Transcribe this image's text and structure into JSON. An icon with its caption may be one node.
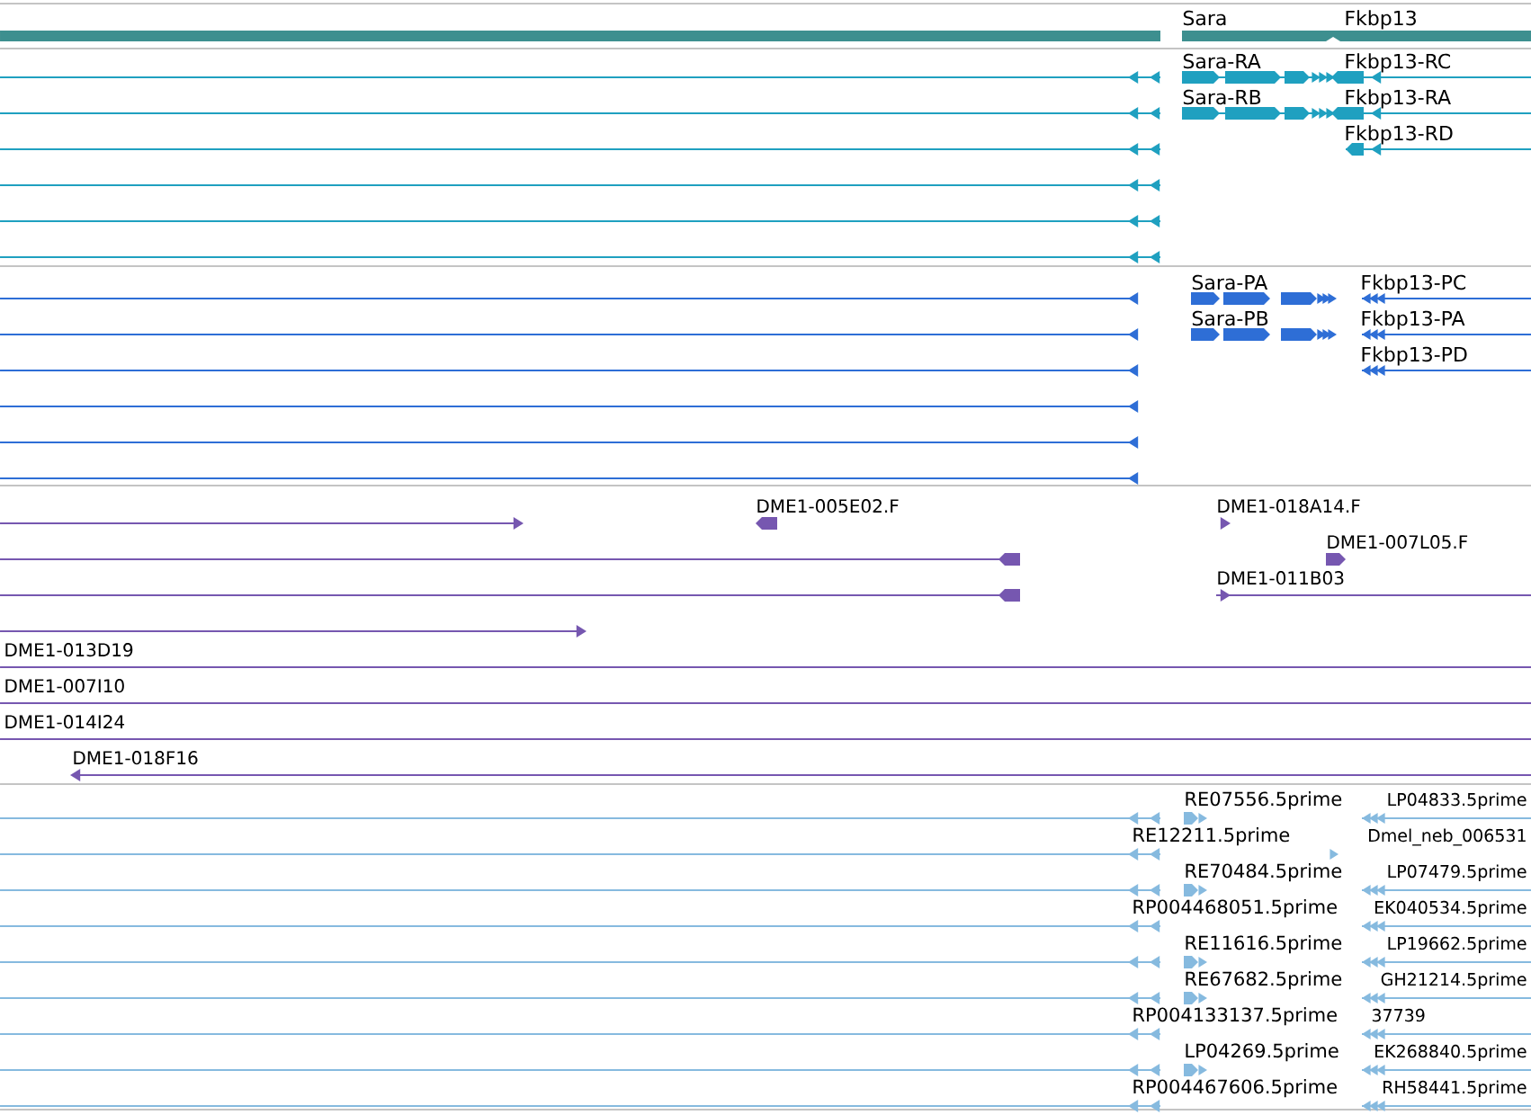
{
  "diagram": {
    "labels": [
      "Sara",
      "Fkbp13",
      "Sara-RA",
      "Fkbp13-RC",
      "Sara-RB",
      "Fkbp13-RA",
      "Fkbp13-RD",
      "Sara-PA",
      "Fkbp13-PC",
      "Sara-PB",
      "Fkbp13-PA",
      "Fkbp13-PD",
      "DME1-005E02.F",
      "DME1-018A14.F",
      "DME1-007L05.F",
      "DME1-011B03",
      "DME1-013D19",
      "DME1-007I10",
      "DME1-014I24",
      "DME1-018F16",
      "RE07556.5prime",
      "LP04833.5prime",
      "RE12211.5prime",
      "Dmel_neb_006531",
      "RE70484.5prime",
      "LP07479.5prime",
      "RP004468051.5prime",
      "EK040534.5prime",
      "RE11616.5prime",
      "LP19662.5prime",
      "RE67682.5prime",
      "GH21214.5prime",
      "RP004133137.5prime",
      "37739",
      "LP04269.5prime",
      "EK268840.5prime",
      "RP004467606.5prime",
      "RH58441.5prime"
    ]
  }
}
